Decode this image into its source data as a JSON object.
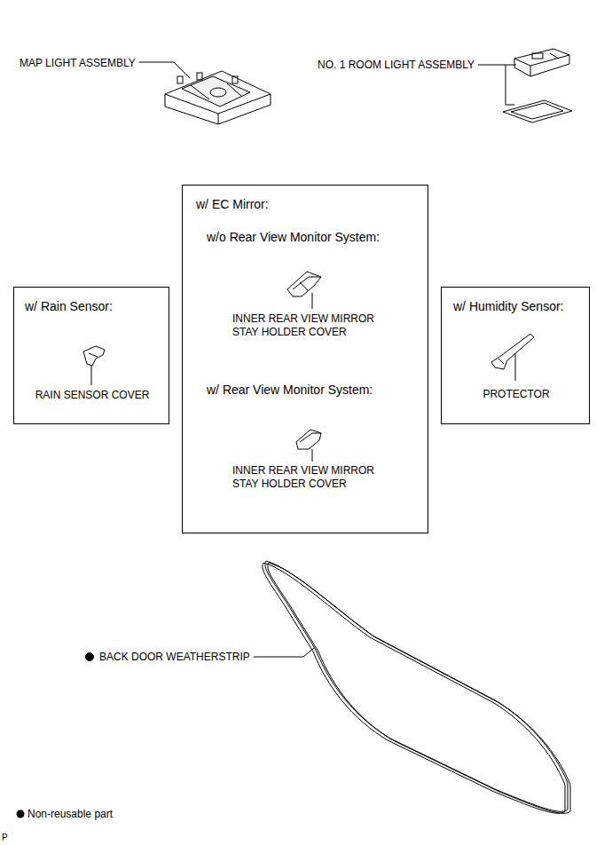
{
  "diagram": {
    "nodes": [
      {
        "text": [
          "w/ Rain Sensor:",
          "RAIN SENSOR COVER"
        ]
      },
      {
        "text": [
          "w/ EC Mirror:",
          "w/o Rear View Monitor System:",
          "INNER REAR VIEW MIRROR STAY HOLDER COVER",
          "w/ Rear View Monitor System:",
          "INNER REAR VIEW MIRROR STAY HOLDER COVER"
        ]
      },
      {
        "text": [
          "w/ Humidity Sensor:",
          "PROTECTOR"
        ]
      }
    ],
    "labels": [
      "MAP LIGHT ASSEMBLY",
      "NO. 1 ROOM LIGHT ASSEMBLY",
      "BACK DOOR WEATHERSTRIP",
      "P"
    ],
    "legend": [
      {
        "text": "Non-reusable part"
      }
    ]
  }
}
